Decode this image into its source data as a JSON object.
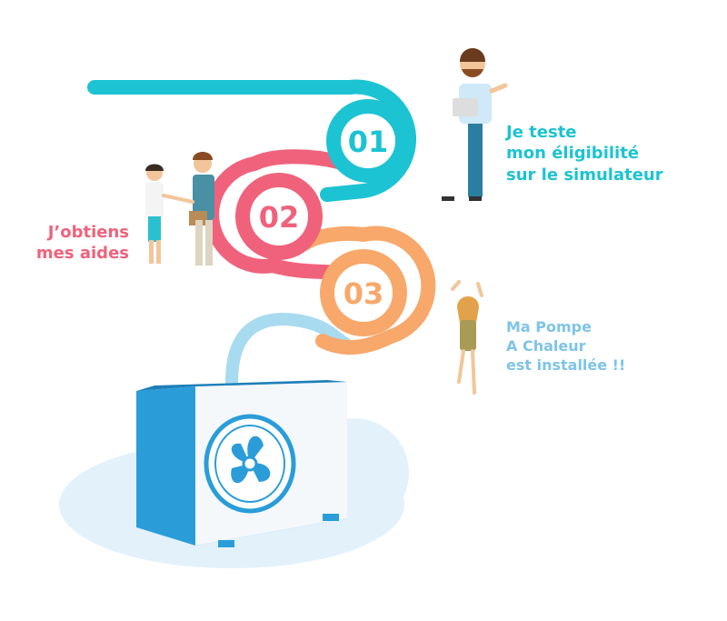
{
  "steps": [
    {
      "number": "01",
      "label_lines": [
        "Je teste",
        "mon éligibilité",
        "sur le simulateur"
      ],
      "color": "#1cc3d2"
    },
    {
      "number": "02",
      "label_lines": [
        "J’obtiens",
        "mes aides"
      ],
      "color": "#f0627b"
    },
    {
      "number": "03",
      "label_lines": [
        "Ma Pompe",
        "A Chaleur",
        "est installée !!"
      ],
      "color": "#f7a86a"
    }
  ],
  "colors": {
    "pipe_blue": "#a8daf0",
    "unit_blue": "#2a9dd9",
    "unit_light": "#cfe9f8",
    "shadow": "#e3f1fb",
    "label_3": "#7ec4e8"
  },
  "icons": [
    "heat-pump-unit",
    "fan-icon",
    "person-laptop",
    "handshake-couple",
    "jumping-woman"
  ]
}
